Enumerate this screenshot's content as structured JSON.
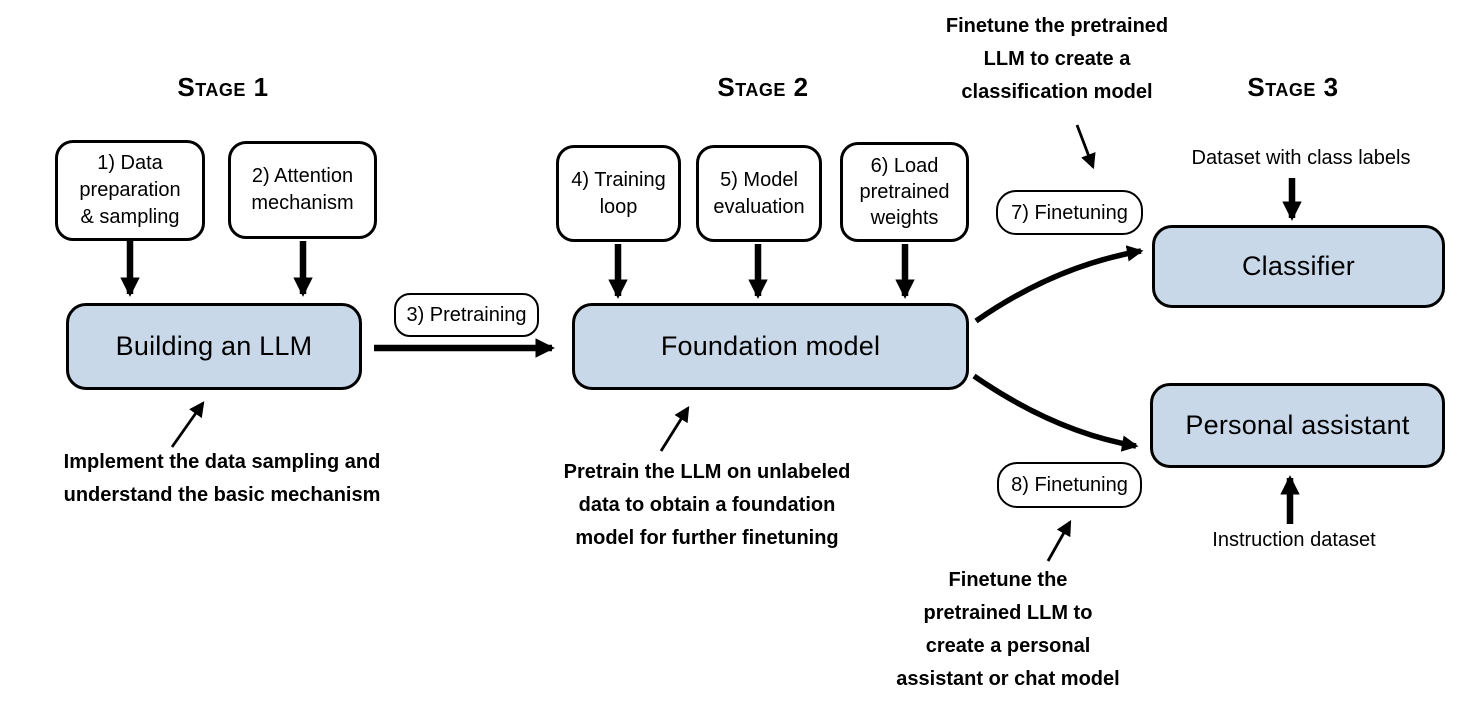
{
  "colors": {
    "model_box_fill": "#c9d8e9",
    "outline": "#000000",
    "canvas_bg": "#ffffff"
  },
  "stage_headers": {
    "stage1": "Stage 1",
    "stage2": "Stage 2",
    "stage3": "Stage 3"
  },
  "steps": {
    "step1": "1) Data\npreparation\n& sampling",
    "step2": "2) Attention\nmechanism",
    "step3": "3) Pretraining",
    "step4": "4) Training\nloop",
    "step5": "5) Model\nevaluation",
    "step6": "6) Load\npretrained\nweights",
    "step7": "7) Finetuning",
    "step8": "8) Finetuning"
  },
  "models": {
    "building_llm": "Building an LLM",
    "foundation_model": "Foundation model",
    "classifier": "Classifier",
    "personal_assistant": "Personal assistant"
  },
  "annotations": {
    "stage1_note": "Implement the data sampling and\nunderstand the basic mechanism",
    "stage2_note": "Pretrain the LLM on unlabeled\ndata to obtain a foundation\nmodel for further finetuning",
    "classifier_note": "Finetune the pretrained\nLLM to create a\nclassification model",
    "assistant_note": "Finetune the\npretrained LLM to\ncreate a personal\nassistant or chat model"
  },
  "dataset_labels": {
    "classifier_input": "Dataset with class labels",
    "assistant_input": "Instruction dataset"
  }
}
